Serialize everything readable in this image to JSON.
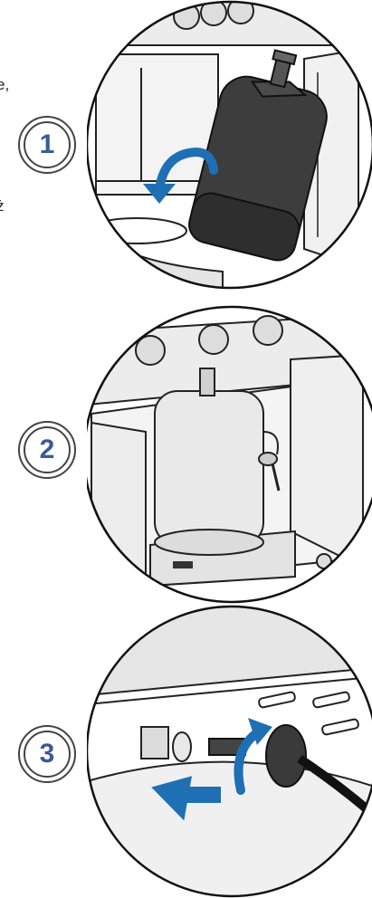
{
  "cut_text": {
    "line1": "e,",
    "line2": "ż"
  },
  "steps": [
    {
      "number": "1",
      "icon": "rotate-tank-icon"
    },
    {
      "number": "2",
      "icon": "tank-installed-icon"
    },
    {
      "number": "3",
      "icon": "connect-regulator-icon"
    }
  ],
  "colors": {
    "arrow_blue": "#1f6fb5",
    "tank_dark": "#3d3d3d",
    "tank_light": "#e9e9e9",
    "line": "#222222",
    "badge_text": "#3a5a98"
  }
}
